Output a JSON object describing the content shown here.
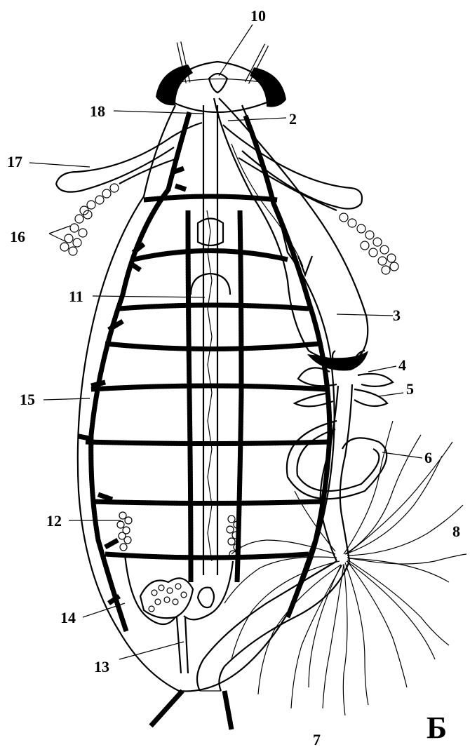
{
  "figure": {
    "panel_letter": "Б",
    "labels": {
      "l2": "2",
      "l3": "3",
      "l4": "4",
      "l5": "5",
      "l6": "6",
      "l7": "7",
      "l8": "8",
      "l10": "10",
      "l11": "11",
      "l12": "12",
      "l13": "13",
      "l14": "14",
      "l15": "15",
      "l16": "16",
      "l17": "17",
      "l18": "18"
    }
  }
}
